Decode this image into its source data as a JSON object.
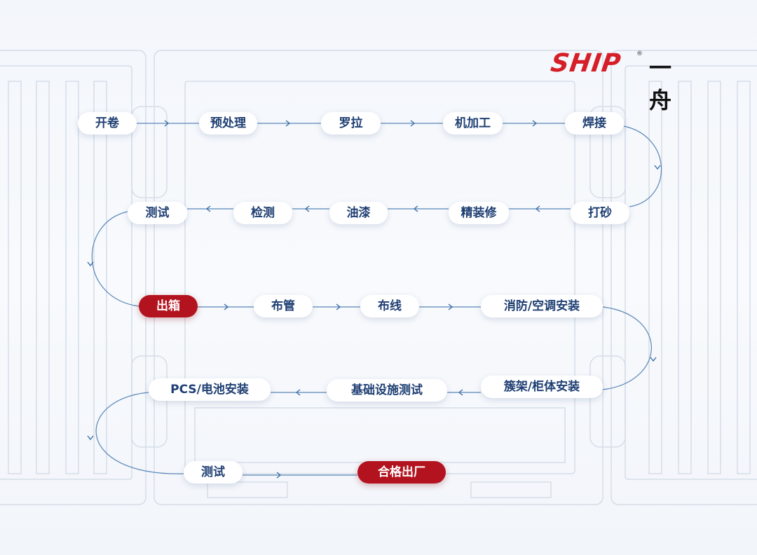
{
  "logo": {
    "brand": "SHIP",
    "registered": "®",
    "chinese": "一舟"
  },
  "colors": {
    "accent": "#b3131f",
    "text": "#1f3f73",
    "line": "#5a86b8",
    "frame": "#d6dde8"
  },
  "steps": {
    "kaijuan": "开卷",
    "yuchuli": "预处理",
    "luola": "罗拉",
    "jijiagong": "机加工",
    "hanjie": "焊接",
    "dasha": "打砂",
    "jingzhuangxiu": "精装修",
    "youqi": "油漆",
    "jiance": "检测",
    "ceshi1": "测试",
    "chuxiang": "出箱",
    "buguan": "布管",
    "buxian": "布线",
    "xiaofang": "消防/空调安装",
    "cujia": "簇架/柜体安装",
    "jichu": "基础设施测试",
    "pcs": "PCS/电池安装",
    "ceshi2": "测试",
    "hege": "合格出厂"
  }
}
